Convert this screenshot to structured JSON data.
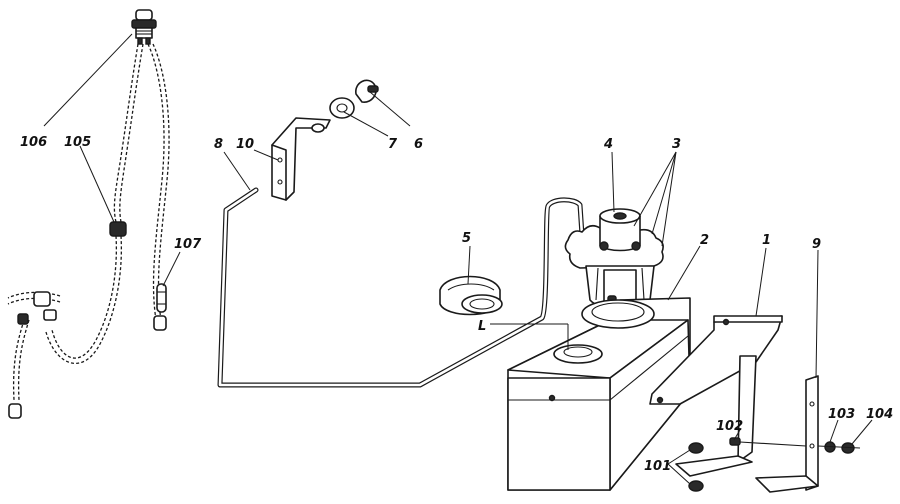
{
  "callouts": {
    "c1": "1",
    "c2": "2",
    "c3": "3",
    "c4": "4",
    "c5": "5",
    "c6": "6",
    "c7": "7",
    "c8": "8",
    "c9": "9",
    "c10": "10",
    "c101": "101",
    "c102": "102",
    "c103": "103",
    "c104": "104",
    "c105": "105",
    "c106": "106",
    "c107": "107",
    "cL": "L"
  },
  "colors": {
    "ink": "#1a1a1a",
    "paper": "#ffffff"
  }
}
